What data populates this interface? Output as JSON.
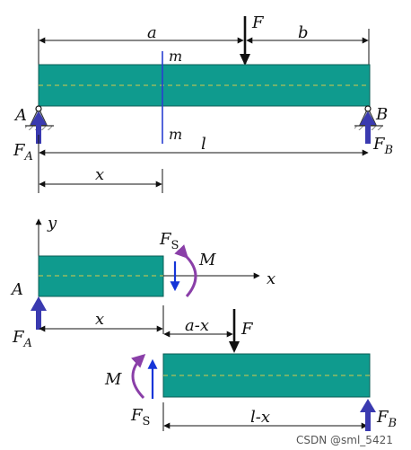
{
  "labels": {
    "a": "a",
    "b": "b",
    "F": "F",
    "m_top": "m",
    "m_bottom": "m",
    "A": "A",
    "B": "B",
    "F_A_main": "F",
    "F_A_sub": "A",
    "F_B_main": "F",
    "F_B_sub": "B",
    "l": "l",
    "x": "x",
    "y_axis": "y",
    "x_axis": "x",
    "Fs_top_main": "F",
    "Fs_top_sub": "S",
    "M_top": "M",
    "A_free": "A",
    "F_A2_main": "F",
    "F_A2_sub": "A",
    "x2": "x",
    "a_minus_x": "a-x",
    "F2": "F",
    "M_bottom": "M",
    "Fs_bottom_main": "F",
    "Fs_bottom_sub": "S",
    "l_minus_x": "l-x",
    "F_B2_main": "F",
    "F_B2_sub": "B"
  },
  "watermark": "CSDN @sml_5421",
  "colors": {
    "beam_fill": "#0f9b8e",
    "beam_centerline": "#d8c84a",
    "reaction_arrow": "#3a3ab0",
    "shear_arrow": "#1535d8",
    "moment": "#8a3fa8",
    "section_line": "#2a3fd0"
  }
}
